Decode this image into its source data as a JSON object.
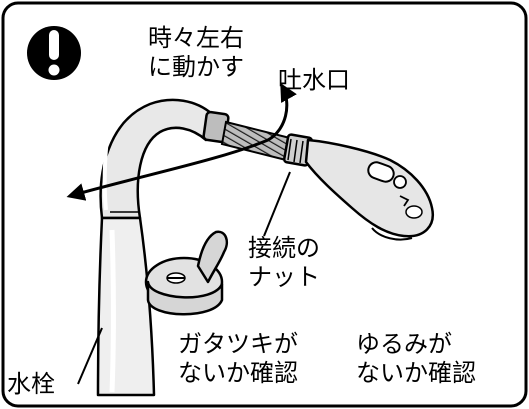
{
  "labels": {
    "twist_left_right": [
      "時々左右",
      "に動かす"
    ],
    "spout_outlet": "吐水口",
    "connection_nut": [
      "接続の",
      "ナット"
    ],
    "check_not_shaky": [
      "ガタツキが",
      "ないか確認"
    ],
    "check_not_loose": [
      "ゆるみが",
      "ないか確認"
    ],
    "faucet_body": "水栓"
  },
  "icons": {
    "warning": "exclamation-circle-icon"
  },
  "colors": {
    "ink": "#000000",
    "paper": "#ffffff",
    "spout_shade": "#e8e8e8",
    "handle_shade": "#d6d6d6"
  }
}
